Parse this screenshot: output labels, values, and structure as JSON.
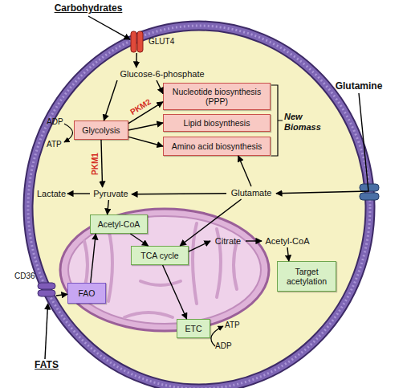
{
  "diagram": {
    "nodes": [
      {
        "text": [
          "Carbohydrates"
        ]
      },
      {
        "text": [
          "GLUT4"
        ]
      },
      {
        "text": [
          "Glucose-6-phosphate"
        ]
      },
      {
        "text": [
          "Nucleotide biosynthesis (PPP)"
        ]
      },
      {
        "text": [
          "Glutamine"
        ]
      },
      {
        "text": [
          "Lipid biosynthesis"
        ]
      },
      {
        "text": [
          "Glycolysis"
        ]
      },
      {
        "text": [
          "Amino acid biosynthesis"
        ]
      },
      {
        "text": [
          "Lactate"
        ]
      },
      {
        "text": [
          "Pyruvate"
        ]
      },
      {
        "text": [
          "Glutamate"
        ]
      },
      {
        "text": [
          "Acetyl-CoA"
        ]
      },
      {
        "text": [
          "Citrate"
        ]
      },
      {
        "text": [
          "Acetyl-CoA"
        ]
      },
      {
        "text": [
          "TCA cycle"
        ]
      },
      {
        "text": [
          "Target acetylation"
        ]
      },
      {
        "text": [
          "CD36"
        ]
      },
      {
        "text": [
          "FAO"
        ]
      },
      {
        "text": [
          "ETC"
        ]
      },
      {
        "text": [
          "FATS"
        ]
      }
    ],
    "edges": [
      {
        "from": 0,
        "to": 1,
        "arrow": "to"
      },
      {
        "from": 1,
        "to": 2,
        "arrow": "to"
      },
      {
        "from": 2,
        "to": 6,
        "arrow": "to"
      },
      {
        "from": 2,
        "to": 3,
        "arrow": "to"
      },
      {
        "from": 6,
        "to": 3,
        "label": "PKM2",
        "arrow": "to"
      },
      {
        "from": 6,
        "to": 5,
        "arrow": "to"
      },
      {
        "from": 6,
        "to": 7,
        "arrow": "to"
      },
      {
        "from": 6,
        "to": 9,
        "label": "PKM1",
        "arrow": "to"
      },
      {
        "from": 9,
        "to": 8,
        "arrow": "to"
      },
      {
        "from": 4,
        "to": 10,
        "arrow": "to"
      },
      {
        "from": 10,
        "to": 7,
        "arrow": "to"
      },
      {
        "from": 10,
        "to": 9,
        "arrow": "to"
      },
      {
        "from": 10,
        "to": 14,
        "arrow": "to"
      },
      {
        "from": 9,
        "to": 11,
        "arrow": "to"
      },
      {
        "from": 11,
        "to": 14,
        "arrow": "to"
      },
      {
        "from": 14,
        "to": 12,
        "arrow": "to"
      },
      {
        "from": 12,
        "to": 13,
        "arrow": "to"
      },
      {
        "from": 13,
        "to": 15,
        "arrow": "to"
      },
      {
        "from": 14,
        "to": 18,
        "arrow": "to"
      },
      {
        "from": 17,
        "to": 11,
        "arrow": "to"
      },
      {
        "from": 16,
        "to": 17,
        "arrow": "to"
      },
      {
        "from": 19,
        "to": 16,
        "arrow": "to"
      }
    ],
    "labels": [
      "ADP",
      "New Biomass",
      "ATP",
      "ATP",
      "ADP"
    ]
  }
}
